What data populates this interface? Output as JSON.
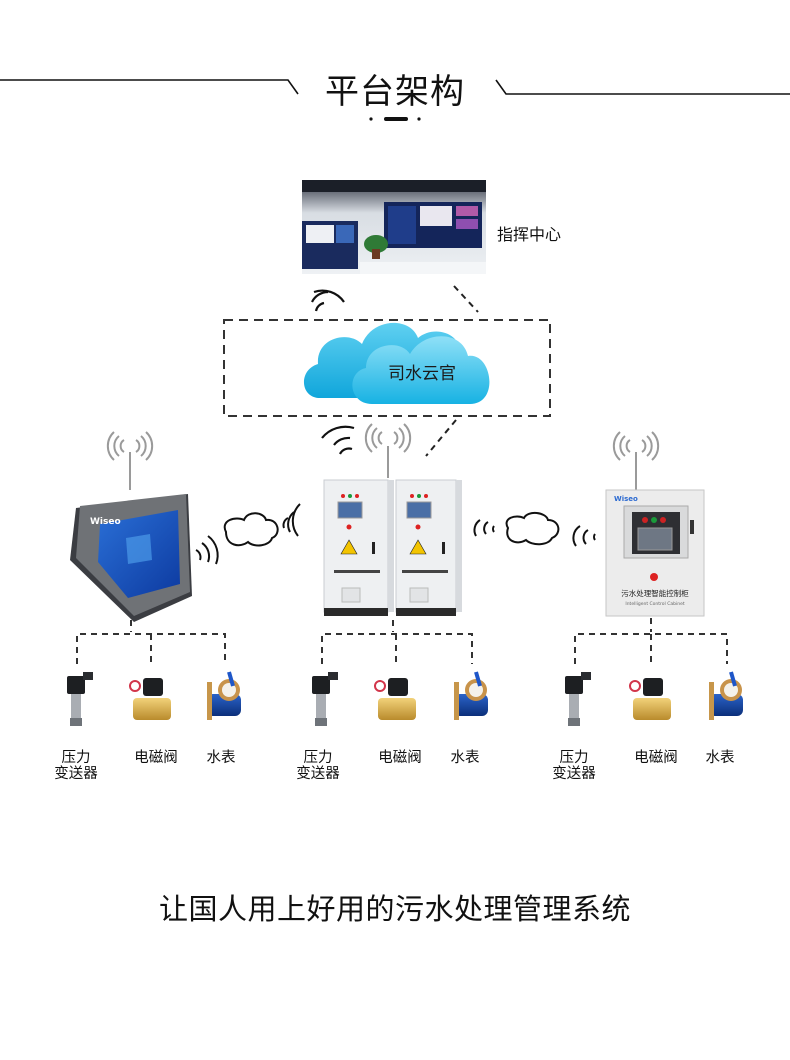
{
  "header": {
    "title": "平台架构"
  },
  "command_center": {
    "label": "指挥中心",
    "icon": "video-wall-photo"
  },
  "cloud": {
    "label": "司水云官",
    "color": "#3cc3ea"
  },
  "nodes": [
    {
      "name": "touch-screen-hmi",
      "brand": "Wiseo",
      "icon": "hmi-panel-photo",
      "devices": [
        {
          "label_line1": "压力",
          "label_line2": "变送器",
          "icon": "pressure-transmitter-icon"
        },
        {
          "label_line1": "电磁阀",
          "label_line2": "",
          "icon": "solenoid-valve-icon"
        },
        {
          "label_line1": "水表",
          "label_line2": "",
          "icon": "water-meter-icon"
        }
      ]
    },
    {
      "name": "control-cabinets",
      "icon": "floor-cabinet-photo",
      "devices": [
        {
          "label_line1": "压力",
          "label_line2": "变送器",
          "icon": "pressure-transmitter-icon"
        },
        {
          "label_line1": "电磁阀",
          "label_line2": "",
          "icon": "solenoid-valve-icon"
        },
        {
          "label_line1": "水表",
          "label_line2": "",
          "icon": "water-meter-icon"
        }
      ]
    },
    {
      "name": "smart-control-box",
      "brand": "Wiseo",
      "panel_title": "污水处理智能控制柜",
      "panel_subtitle": "Intelligent Control Cabinet",
      "icon": "wall-cabinet-photo",
      "devices": [
        {
          "label_line1": "压力",
          "label_line2": "变送器",
          "icon": "pressure-transmitter-icon"
        },
        {
          "label_line1": "电磁阀",
          "label_line2": "",
          "icon": "solenoid-valve-icon"
        },
        {
          "label_line1": "水表",
          "label_line2": "",
          "icon": "water-meter-icon"
        }
      ]
    }
  ],
  "footer": {
    "slogan": "让国人用上好用的污水处理管理系统"
  }
}
